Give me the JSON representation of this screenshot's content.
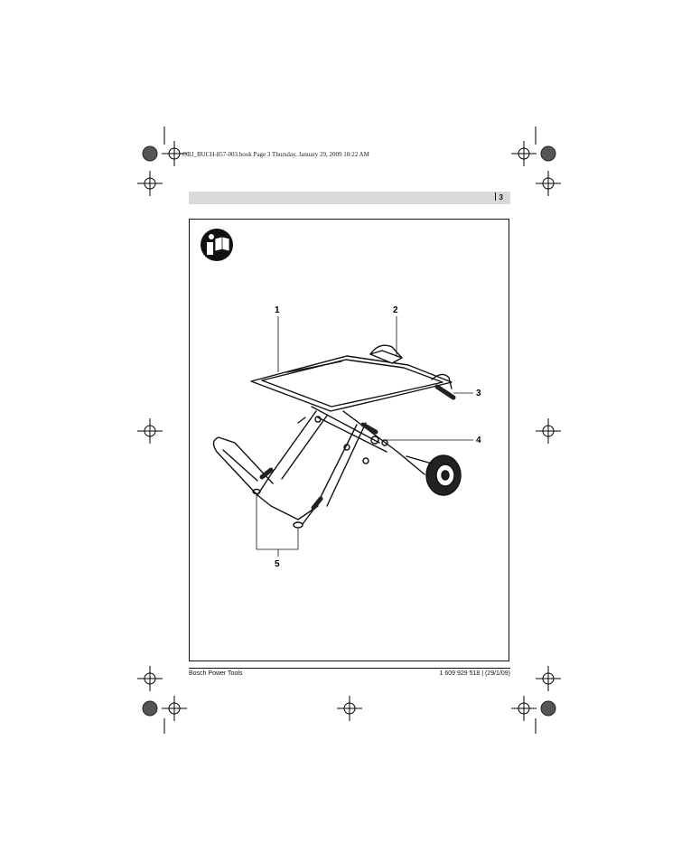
{
  "print_info": "OBJ_BUCH-857-003.book  Page 3  Thursday, January 29, 2009  10:22 AM",
  "header": {
    "page_number": "3"
  },
  "figure": {
    "callouts": [
      "1",
      "2",
      "3",
      "4",
      "5"
    ],
    "icon": "read-manual-icon"
  },
  "footer": {
    "left": "Bosch Power Tools",
    "right": "1 609 929 518 | (29/1/09)"
  }
}
